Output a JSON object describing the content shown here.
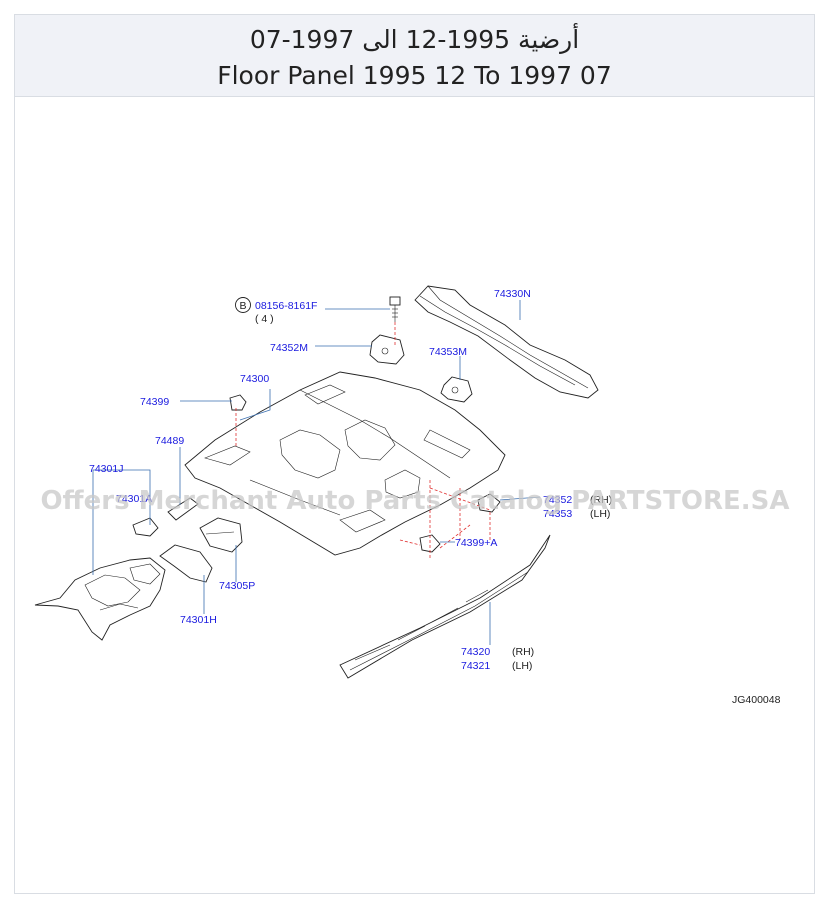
{
  "header": {
    "title_ar": "أرضية 1995-12 الى 1997-07",
    "title_en": "Floor Panel 1995 12 To 1997 07"
  },
  "diagram": {
    "callout_letter": "B",
    "callout_qty": "( 4 )",
    "watermark": "Offers Merchant Auto Parts Catalog PARTSTORE.SA",
    "diagram_code": "JG400048",
    "parts": {
      "p_08156": "08156-8161F",
      "p_74330N": "74330N",
      "p_74352M": "74352M",
      "p_74353M": "74353M",
      "p_74300": "74300",
      "p_74399": "74399",
      "p_74489": "74489",
      "p_74301J": "74301J",
      "p_74301A": "74301A",
      "p_74352": "74352",
      "p_74353": "74353",
      "p_74399A": "74399+A",
      "p_74305P": "74305P",
      "p_74301H": "74301H",
      "p_74320": "74320",
      "p_74321": "74321"
    },
    "side_rh": "(RH)",
    "side_lh": "(LH)"
  }
}
